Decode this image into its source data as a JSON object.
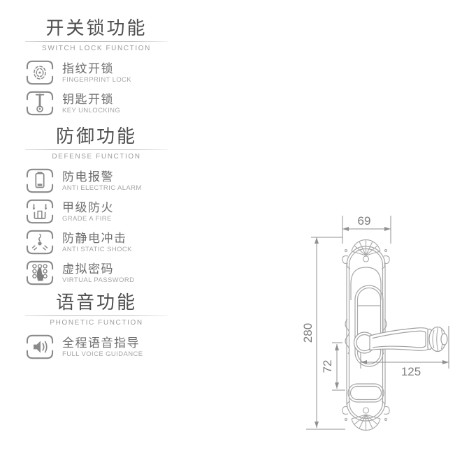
{
  "page": {
    "background": "#ffffff"
  },
  "colors": {
    "title": "#4f4f4f",
    "subtitle": "#9b9b9b",
    "item_zh": "#6e6e6e",
    "item_en": "#a6a6a6",
    "icon": "#8a8a8a",
    "drawing_line": "#a8a8a8",
    "dimension_line": "#909090",
    "dimension_text": "#7d7d7d"
  },
  "sections": [
    {
      "title": "开关锁功能",
      "subtitle": "SWITCH LOCK FUNCTION",
      "items": [
        {
          "icon": "fingerprint-icon",
          "zh": "指纹开锁",
          "en": "FINGERPRINT LOCK"
        },
        {
          "icon": "key-icon",
          "zh": "钥匙开锁",
          "en": "KEY UNLOCKING"
        }
      ]
    },
    {
      "title": "防御功能",
      "subtitle": "DEFENSE FUNCTION",
      "items": [
        {
          "icon": "battery-alarm-icon",
          "zh": "防电报警",
          "en": "ANTI ELECTRIC ALARM"
        },
        {
          "icon": "fire-protection-icon",
          "zh": "甲级防火",
          "en": "GRADE A FIRE"
        },
        {
          "icon": "anti-static-icon",
          "zh": "防静电冲击",
          "en": "ANTI STATIC SHOCK"
        },
        {
          "icon": "keypad-password-icon",
          "zh": "虚拟密码",
          "en": "VIRTUAL PASSWORD"
        }
      ]
    },
    {
      "title": "语音功能",
      "subtitle": "PHONETIC FUNCTION",
      "items": [
        {
          "icon": "voice-guide-icon",
          "zh": "全程语音指导",
          "en": "FULL VOICE GUIDANCE"
        }
      ]
    }
  ],
  "diagram": {
    "dimensions": {
      "plate_width": "69",
      "plate_height": "280",
      "handle_to_keyhole": "72",
      "handle_length": "125"
    }
  }
}
